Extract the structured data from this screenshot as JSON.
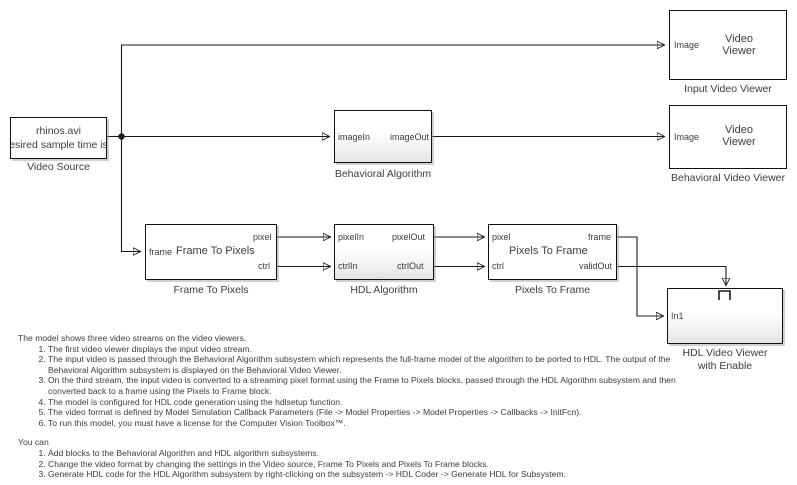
{
  "diagram": {
    "title": "Simulink HDL video streaming model",
    "blocks": [
      {
        "id": "video-source",
        "name": "video-source-block",
        "caption": "Video Source",
        "lines": [
          "rhinos.avi",
          "esired sample time is"
        ],
        "ports_in": [],
        "ports_out": []
      },
      {
        "id": "input-video-viewer",
        "name": "input-video-viewer-block",
        "caption": "Input Video Viewer",
        "inner_text": "Video\nViewer",
        "ports_in": [
          "Image"
        ],
        "ports_out": []
      },
      {
        "id": "behavioral-algorithm",
        "name": "behavioral-algorithm-block",
        "caption": "Behavioral Algorithm",
        "ports_in": [
          "imageIn"
        ],
        "ports_out": [
          "imageOut"
        ]
      },
      {
        "id": "behavioral-video-viewer",
        "name": "behavioral-video-viewer-block",
        "caption": "Behavioral Video Viewer",
        "inner_text": "Video\nViewer",
        "ports_in": [
          "Image"
        ],
        "ports_out": []
      },
      {
        "id": "frame-to-pixels",
        "name": "frame-to-pixels-block",
        "caption": "Frame To Pixels",
        "inner_text": "Frame To Pixels",
        "ports_in": [
          "frame"
        ],
        "ports_out": [
          "pixel",
          "ctrl"
        ]
      },
      {
        "id": "hdl-algorithm",
        "name": "hdl-algorithm-block",
        "caption": "HDL Algorithm",
        "ports_in": [
          "pixelIn",
          "ctrlIn"
        ],
        "ports_out": [
          "pixelOut",
          "ctrlOut"
        ]
      },
      {
        "id": "pixels-to-frame",
        "name": "pixels-to-frame-block",
        "caption": "Pixels To Frame",
        "inner_text": "Pixels To Frame",
        "ports_in": [
          "pixel",
          "ctrl"
        ],
        "ports_out": [
          "frame",
          "validOut"
        ]
      },
      {
        "id": "hdl-video-viewer",
        "name": "hdl-video-viewer-block",
        "caption": "HDL Video Viewer\nwith Enable",
        "ports_in": [
          "In1"
        ],
        "ports_out": [],
        "enable_port": "enable-pulse-icon"
      }
    ]
  },
  "annotation": {
    "lead1": "The model shows three video streams on the video viewers.",
    "list1": [
      "The first video viewer displays the input video stream.",
      "The input video is passed through the Behavioral Algorithm subsystem which represents the full-frame model of the algorithm to be ported to HDL. The output of the Behavioral Algorithm subsystem is displayed on the Behavioral Video Viewer.",
      "On the third stream, the input video is converted to a streaming pixel format using the Frame to Pixels blocks, passed through the HDL Algorithm subsystem and then converted back to a frame using the Pixels to Frame block.",
      "The model is configured for HDL code generation using the hdlsetup function.",
      "The video format is defined by Model Simulation Callback Parameters (File -> Model Properties -> Model Properties -> Callbacks -> InitFcn).",
      "To run this model, you must have a license for the Computer Vision Toolbox™."
    ],
    "lead2": "You can",
    "list2": [
      "Add blocks to the Behavioral Algorithm and HDL algorithm subsystems.",
      "Change the video format by changing the settings in the Video source, Frame To Pixels and Pixels To Frame blocks.",
      "Generate HDL code for the HDL Algorithm subsystem by right-clicking on the subsystem -> HDL Coder -> Generate HDL for Subsystem."
    ]
  },
  "colors": {
    "line": "#1b1b1b",
    "block_border": "#101010",
    "text": "#3d3d3d",
    "background": "#ffffff"
  }
}
